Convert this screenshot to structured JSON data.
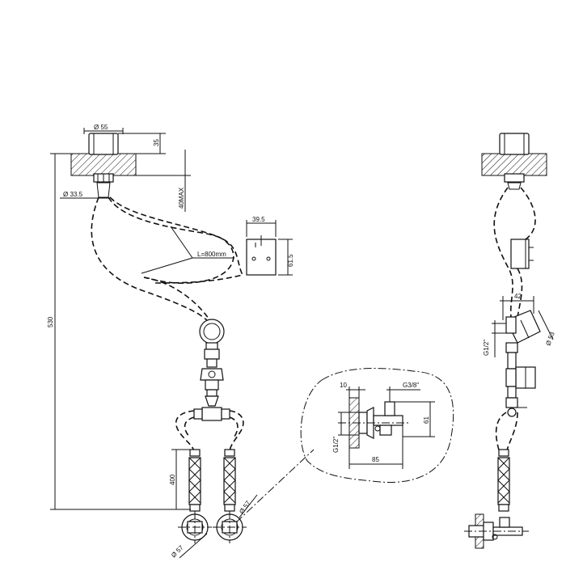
{
  "dimensions": {
    "d55": "Ø 55",
    "h35": "35",
    "max40": "40MAX",
    "d33_5": "Ø 33.5",
    "w39_5": "39.5",
    "h61_5": "61.5",
    "hose_length": "L=800mm",
    "height530": "530",
    "len400": "400",
    "d57_left": "Ø 57",
    "d57_right": "Ø 57",
    "w10": "10",
    "g3_8": "G3/8\"",
    "g1_2_detail": "G1/2\"",
    "h61": "61",
    "w85": "85",
    "side_42": "42",
    "side_d53": "Ø 53",
    "side_g1_2": "G1/2\""
  }
}
